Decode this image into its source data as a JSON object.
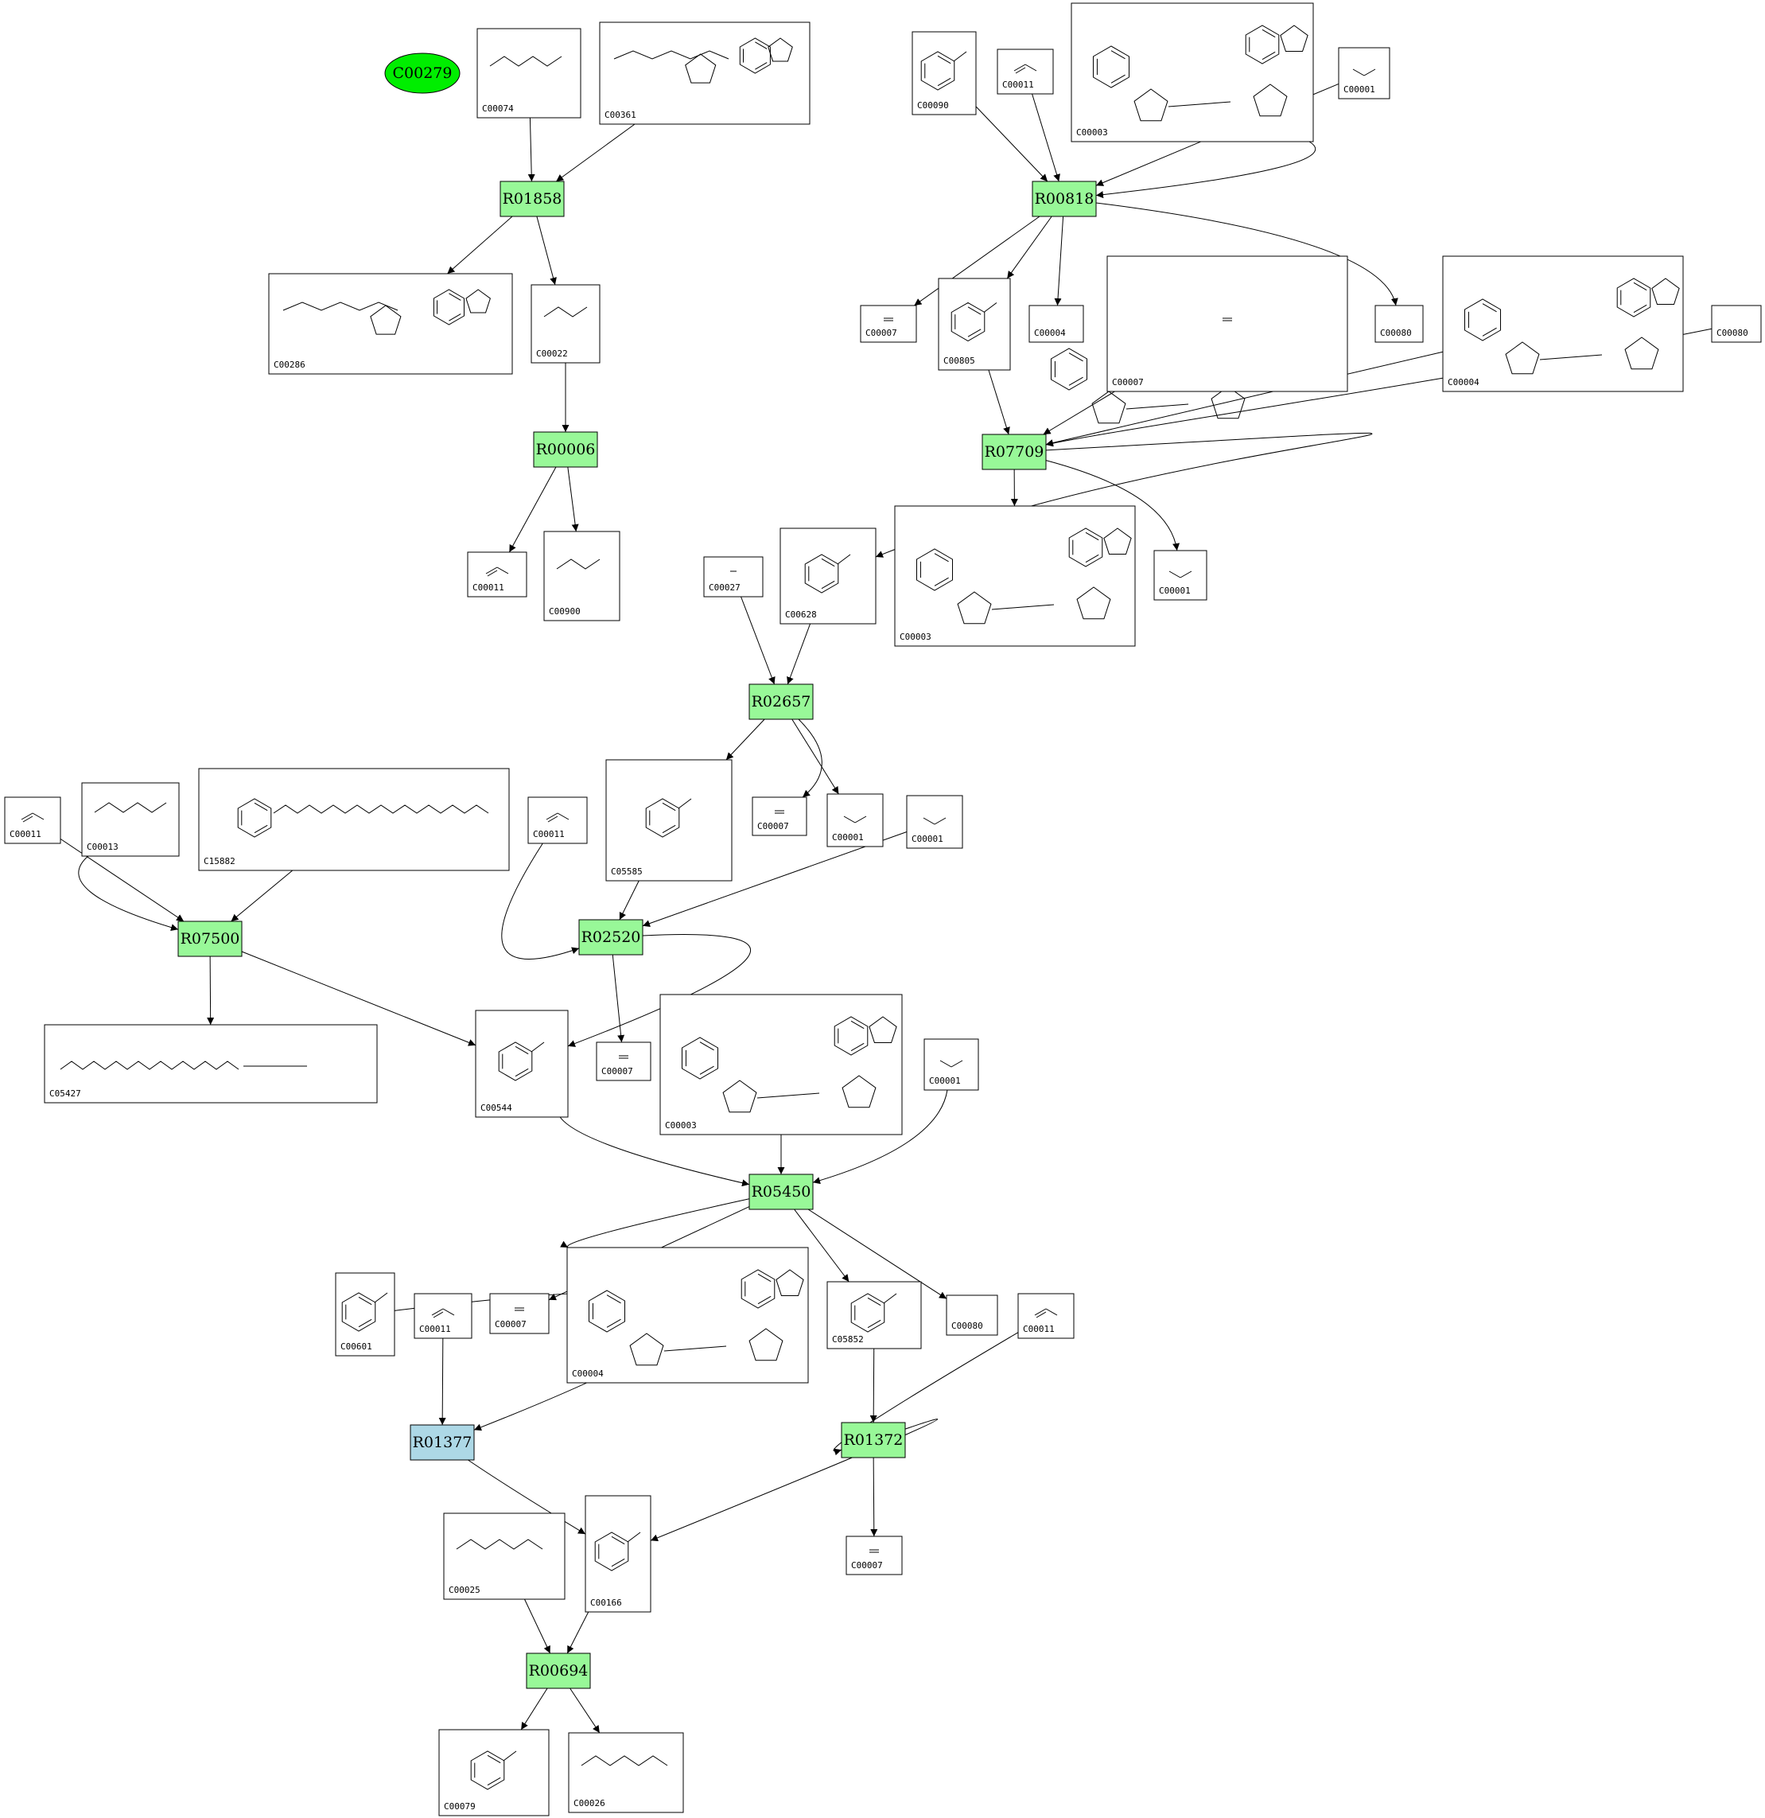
{
  "colors": {
    "reaction": "#98f898",
    "reaction_alt": "#add8e6",
    "start_compound": "#00ee00"
  },
  "start": {
    "id": "C00279"
  },
  "reactions": [
    {
      "key": "R01858",
      "label": "R01858",
      "color": "reaction"
    },
    {
      "key": "R00818",
      "label": "R00818",
      "color": "reaction"
    },
    {
      "key": "R00006",
      "label": "R00006",
      "color": "reaction"
    },
    {
      "key": "R07709",
      "label": "R07709",
      "color": "reaction"
    },
    {
      "key": "R02657",
      "label": "R02657",
      "color": "reaction"
    },
    {
      "key": "R07500",
      "label": "R07500",
      "color": "reaction"
    },
    {
      "key": "R02520",
      "label": "R02520",
      "color": "reaction"
    },
    {
      "key": "R05450",
      "label": "R05450",
      "color": "reaction"
    },
    {
      "key": "R01377",
      "label": "R01377",
      "color": "reaction_alt"
    },
    {
      "key": "R01372",
      "label": "R01372",
      "color": "reaction"
    },
    {
      "key": "R00694",
      "label": "R00694",
      "color": "reaction"
    }
  ],
  "compounds": [
    {
      "key": "c1",
      "id": "C00074",
      "structure": "phosphoenolpyruvate"
    },
    {
      "key": "c2",
      "id": "C00361",
      "structure": "dGDP"
    },
    {
      "key": "c3",
      "id": "C00090",
      "structure": "catechol"
    },
    {
      "key": "c4",
      "id": "C00011",
      "structure": "CO2"
    },
    {
      "key": "c5",
      "id": "C00003",
      "structure": "NAD+"
    },
    {
      "key": "c6",
      "id": "C00001",
      "structure": "H2O"
    },
    {
      "key": "c7",
      "id": "C00286",
      "structure": "dGTP"
    },
    {
      "key": "c8",
      "id": "C00022",
      "structure": "pyruvate"
    },
    {
      "key": "c9",
      "id": "C00805",
      "structure": "salicylate"
    },
    {
      "key": "c10",
      "id": "C00007",
      "structure": "O2"
    },
    {
      "key": "c11",
      "id": "C00004",
      "structure": "NADH"
    },
    {
      "key": "c12",
      "id": "C00080",
      "structure": "H+"
    },
    {
      "key": "c13",
      "id": "C00007",
      "structure": "O2"
    },
    {
      "key": "c14",
      "id": "C00004",
      "structure": "NADH"
    },
    {
      "key": "c15",
      "id": "C00080",
      "structure": "H+"
    },
    {
      "key": "c16",
      "id": "C00011",
      "structure": "CO2"
    },
    {
      "key": "c17",
      "id": "C00900",
      "structure": "2-acetolactate"
    },
    {
      "key": "c18",
      "id": "C00027",
      "structure": "H2O2"
    },
    {
      "key": "c19",
      "id": "C00628",
      "structure": "gentisate"
    },
    {
      "key": "c20",
      "id": "C00003",
      "structure": "NAD+"
    },
    {
      "key": "c21",
      "id": "C00001",
      "structure": "H2O"
    },
    {
      "key": "c22",
      "id": "C00011",
      "structure": "CO2"
    },
    {
      "key": "c23",
      "id": "C00013",
      "structure": "diphosphate"
    },
    {
      "key": "c24",
      "id": "C15882",
      "structure": "prenylphenol"
    },
    {
      "key": "c25",
      "id": "C00011",
      "structure": "CO2"
    },
    {
      "key": "c26",
      "id": "C05585",
      "structure": "gentisate aldehyde"
    },
    {
      "key": "c27",
      "id": "C00007",
      "structure": "O2"
    },
    {
      "key": "c28",
      "id": "C00001",
      "structure": "H2O"
    },
    {
      "key": "c29",
      "id": "C00001",
      "structure": "H2O"
    },
    {
      "key": "c30",
      "id": "C05427",
      "structure": "phytyl diphosphate"
    },
    {
      "key": "c31",
      "id": "C00544",
      "structure": "homogentisate"
    },
    {
      "key": "c32",
      "id": "C00007",
      "structure": "O2"
    },
    {
      "key": "c33",
      "id": "C00003",
      "structure": "NAD+"
    },
    {
      "key": "c34",
      "id": "C00001",
      "structure": "H2O"
    },
    {
      "key": "c35",
      "id": "C00007",
      "structure": "O2"
    },
    {
      "key": "c36",
      "id": "C00004",
      "structure": "NADH"
    },
    {
      "key": "c37",
      "id": "C05852",
      "structure": "2-hydroxyphenylacetate"
    },
    {
      "key": "c38",
      "id": "C00080",
      "structure": "H+"
    },
    {
      "key": "c39",
      "id": "C00601",
      "structure": "phenylacetaldehyde"
    },
    {
      "key": "c40",
      "id": "C00011",
      "structure": "CO2"
    },
    {
      "key": "c41",
      "id": "C00011",
      "structure": "CO2"
    },
    {
      "key": "c42",
      "id": "C00166",
      "structure": "phenylpyruvate"
    },
    {
      "key": "c43",
      "id": "C00025",
      "structure": "L-glutamate"
    },
    {
      "key": "c44",
      "id": "C00007",
      "structure": "O2"
    },
    {
      "key": "c45",
      "id": "C00079",
      "structure": "L-phenylalanine"
    },
    {
      "key": "c46",
      "id": "C00026",
      "structure": "2-oxoglutarate"
    }
  ],
  "edges": [
    [
      "c1",
      "R01858"
    ],
    [
      "c2",
      "R01858"
    ],
    [
      "R01858",
      "c7"
    ],
    [
      "R01858",
      "c8"
    ],
    [
      "c3",
      "R00818"
    ],
    [
      "c4",
      "R00818"
    ],
    [
      "c5",
      "R00818"
    ],
    [
      "c6",
      "R00818"
    ],
    [
      "R00818",
      "c9"
    ],
    [
      "R00818",
      "c10"
    ],
    [
      "R00818",
      "c11"
    ],
    [
      "R00818",
      "c12"
    ],
    [
      "c8",
      "R00006"
    ],
    [
      "R00006",
      "c16"
    ],
    [
      "R00006",
      "c17"
    ],
    [
      "c13",
      "R07709"
    ],
    [
      "c9",
      "R07709"
    ],
    [
      "c14",
      "R07709"
    ],
    [
      "c15",
      "R07709"
    ],
    [
      "R07709",
      "c19"
    ],
    [
      "R07709",
      "c20"
    ],
    [
      "R07709",
      "c21"
    ],
    [
      "c18",
      "R02657"
    ],
    [
      "c19",
      "R02657"
    ],
    [
      "R02657",
      "c26"
    ],
    [
      "R02657",
      "c27"
    ],
    [
      "R02657",
      "c28"
    ],
    [
      "c22",
      "R07500"
    ],
    [
      "c23",
      "R07500"
    ],
    [
      "c24",
      "R07500"
    ],
    [
      "R07500",
      "c30"
    ],
    [
      "R07500",
      "c31"
    ],
    [
      "c25",
      "R02520"
    ],
    [
      "c26",
      "R02520"
    ],
    [
      "c29",
      "R02520"
    ],
    [
      "R02520",
      "c31"
    ],
    [
      "R02520",
      "c32"
    ],
    [
      "c31",
      "R05450"
    ],
    [
      "c33",
      "R05450"
    ],
    [
      "c34",
      "R05450"
    ],
    [
      "R05450",
      "c35"
    ],
    [
      "R05450",
      "c36"
    ],
    [
      "R05450",
      "c37"
    ],
    [
      "R05450",
      "c38"
    ],
    [
      "c39",
      "R01377"
    ],
    [
      "c40",
      "R01377"
    ],
    [
      "R01377",
      "c42"
    ],
    [
      "c37",
      "R01372"
    ],
    [
      "c41",
      "R01372"
    ],
    [
      "R01372",
      "c42"
    ],
    [
      "R01372",
      "c44"
    ],
    [
      "c43",
      "R00694"
    ],
    [
      "c42",
      "R00694"
    ],
    [
      "R00694",
      "c45"
    ],
    [
      "R00694",
      "c46"
    ]
  ]
}
